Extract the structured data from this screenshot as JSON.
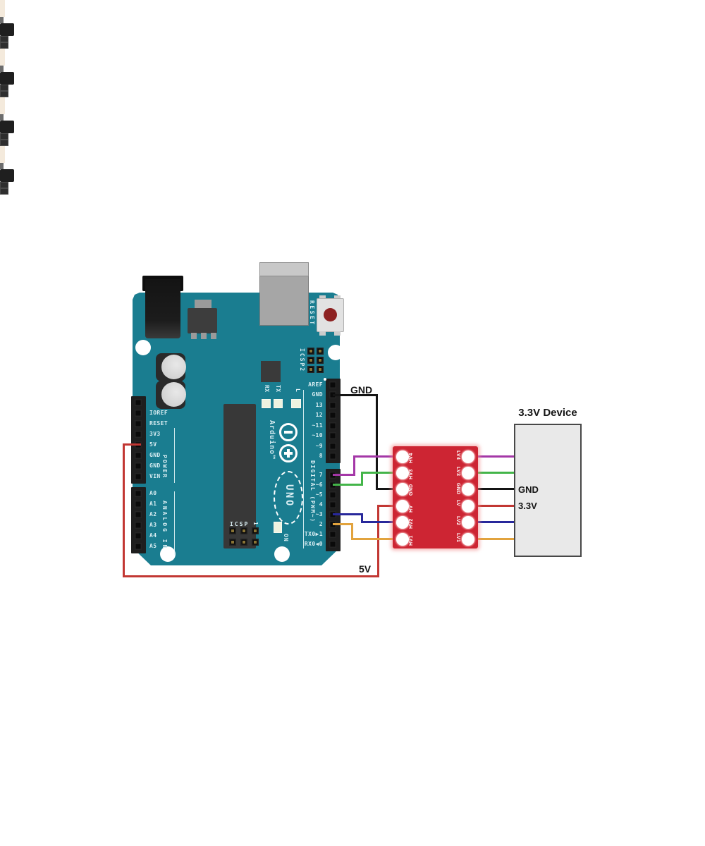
{
  "colors": {
    "board_teal": "#1a7d90",
    "converter_red": "#cd2533",
    "device_gray": "#e9e9e9",
    "black": "#141414",
    "red": "#c23733",
    "purple": "#a437a7",
    "green": "#43b549",
    "blue": "#28289b",
    "orange": "#e2a33d"
  },
  "arduino": {
    "brand": "Arduino™",
    "model": "UNO",
    "reset_button_label": "RESET",
    "icsp2_label": "ICSP2",
    "icsp_label": "ICSP",
    "icsp_pin1_label": "1",
    "on_led_label": "ON",
    "l_led_label": "L",
    "tx_led_label": "TX",
    "rx_led_label": "RX",
    "power_section_label": "POWER",
    "analog_section_label": "ANALOG IN",
    "digital_section_label": "DIGITAL (PWM~)",
    "power_pins": [
      "IOREF",
      "RESET",
      "3V3",
      "5V",
      "GND",
      "GND",
      "VIN"
    ],
    "analog_pins": [
      "A0",
      "A1",
      "A2",
      "A3",
      "A4",
      "A5"
    ],
    "digital_pins_top": [
      "AREF",
      "GND",
      "13",
      "12",
      "~11",
      "~10",
      "~9",
      "8"
    ],
    "digital_pins_bottom": [
      "7",
      "~6",
      "~5",
      "4",
      "~3",
      "2",
      "TX0▶1",
      "RX0◀0"
    ]
  },
  "level_converter": {
    "hv_pins": [
      "HV4",
      "HV3",
      "GND",
      "HV",
      "HV2",
      "HV1"
    ],
    "lv_pins": [
      "LV4",
      "LV3",
      "GND",
      "LV",
      "LV2",
      "LV1"
    ]
  },
  "device": {
    "title": "3.3V Device",
    "gnd_label": "GND",
    "v33_label": "3.3V"
  },
  "wire_labels": {
    "arduino_gnd": "GND",
    "arduino_5v": "5V"
  },
  "connections": [
    {
      "color": "black",
      "from": "Arduino GND",
      "to": "converter GND (HV side)",
      "label": "GND"
    },
    {
      "color": "red",
      "from": "Arduino 5V",
      "to": "converter HV",
      "label": "5V"
    },
    {
      "color": "purple",
      "from": "Arduino pin 7",
      "to": "converter HV4"
    },
    {
      "color": "green",
      "from": "Arduino pin ~6",
      "to": "converter HV3"
    },
    {
      "color": "blue",
      "from": "Arduino pin ~3",
      "to": "converter HV2"
    },
    {
      "color": "orange",
      "from": "Arduino pin 2",
      "to": "converter HV1"
    },
    {
      "color": "purple",
      "from": "converter LV4",
      "to": "3.3V Device"
    },
    {
      "color": "green",
      "from": "converter LV3",
      "to": "3.3V Device"
    },
    {
      "color": "black",
      "from": "converter GND (LV side)",
      "to": "3.3V Device",
      "label": "GND"
    },
    {
      "color": "red",
      "from": "converter LV",
      "to": "3.3V Device",
      "label": "3.3V"
    },
    {
      "color": "blue",
      "from": "converter LV2",
      "to": "3.3V Device"
    },
    {
      "color": "orange",
      "from": "converter LV1",
      "to": "3.3V Device"
    }
  ]
}
